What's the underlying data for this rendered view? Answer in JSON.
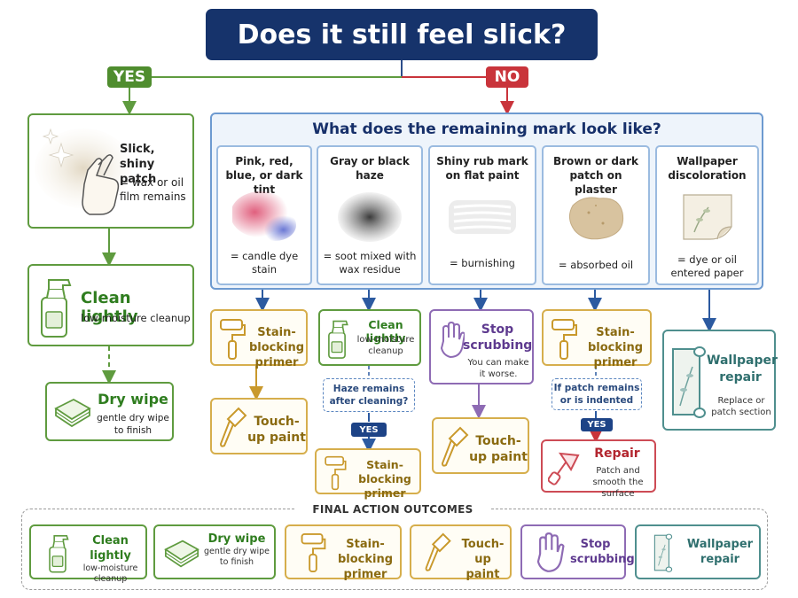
{
  "title": "Does it still feel slick?",
  "yes_label": "YES",
  "no_label": "NO",
  "slick_patch": {
    "title": "Slick, shiny patch",
    "desc": "= wax or oil film remains"
  },
  "clean_lightly_main": {
    "title": "Clean lightly",
    "desc": "low-moisture cleanup"
  },
  "dry_wipe_main": {
    "title": "Dry wipe",
    "desc": "gentle dry wipe to finish"
  },
  "mark_question": "What does the remaining mark look like?",
  "marks": [
    {
      "header": "Pink, red, blue, or dark tint",
      "meaning": "= candle dye stain"
    },
    {
      "header": "Gray or black haze",
      "meaning": "= soot mixed with wax residue"
    },
    {
      "header": "Shiny rub mark on flat paint",
      "meaning": "= burnishing"
    },
    {
      "header": "Brown or dark patch on plaster",
      "meaning": "= absorbed oil"
    },
    {
      "header": "Wallpaper discoloration",
      "meaning": "= dye or oil entered paper"
    }
  ],
  "actions": {
    "stain_primer_1": "Stain-blocking primer",
    "touchup_1": "Touch-up paint",
    "clean_lightly_2": {
      "title": "Clean lightly",
      "desc": "low-moisture cleanup"
    },
    "haze_question": "Haze remains after cleaning?",
    "yes_tag_1": "YES",
    "stain_primer_2": "Stain-blocking primer",
    "stop_scrubbing": {
      "title": "Stop scrubbing",
      "desc": "You can make it worse."
    },
    "touchup_2": "Touch-up paint",
    "stain_primer_3": "Stain-blocking primer",
    "patch_question": "If patch remains or is indented",
    "yes_tag_2": "YES",
    "repair": {
      "title": "Repair",
      "desc": "Patch and smooth the surface"
    },
    "wallpaper_repair": {
      "title": "Wallpaper repair",
      "desc": "Replace or patch section"
    }
  },
  "final_outcomes_label": "FINAL ACTION OUTCOMES",
  "final_outcomes": [
    {
      "title": "Clean lightly",
      "desc": "low-moisture cleanup"
    },
    {
      "title": "Dry wipe",
      "desc": "gentle dry wipe to finish"
    },
    {
      "title": "Stain-blocking primer",
      "desc": ""
    },
    {
      "title": "Touch-up paint",
      "desc": ""
    },
    {
      "title": "Stop scrubbing",
      "desc": ""
    },
    {
      "title": "Wallpaper repair",
      "desc": ""
    }
  ],
  "colors": {
    "navy": "#16336b",
    "yes_green": "#4f8d2e",
    "no_red": "#c9343b",
    "green": "#5f9b3f",
    "blue": "#6d9ad0",
    "yellow": "#d6ae4c",
    "purple": "#8e6bb4",
    "red": "#cd4b55",
    "teal": "#4f8f8e"
  },
  "icons": [
    "hand-touch-icon",
    "spray-bottle-icon",
    "cloth-icon",
    "paint-roller-icon",
    "paint-brush-icon",
    "stop-hand-icon",
    "trowel-icon",
    "wallpaper-roll-icon"
  ]
}
